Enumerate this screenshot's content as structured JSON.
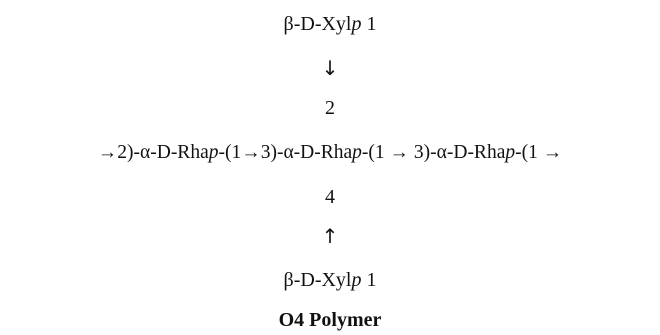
{
  "branch_top": {
    "prefix": "β-",
    "config": "D",
    "name": "-Xyl",
    "ring": "p",
    "linkage": " 1"
  },
  "arrow_down": "↓",
  "position_2": "2",
  "main_chain": [
    {
      "text": "→2)-α-"
    },
    {
      "text": "D",
      "smallcaps": true
    },
    {
      "text": "-Rha"
    },
    {
      "text": "p",
      "italic": true
    },
    {
      "text": "-(1→3)-α-"
    },
    {
      "text": "D",
      "smallcaps": true
    },
    {
      "text": "-Rha"
    },
    {
      "text": "p",
      "italic": true
    },
    {
      "text": "-(1 → 3)-α-"
    },
    {
      "text": "D",
      "smallcaps": true
    },
    {
      "text": "-Rha"
    },
    {
      "text": "p",
      "italic": true
    },
    {
      "text": "-(1 →"
    }
  ],
  "position_4": "4",
  "arrow_up": "↑",
  "branch_bottom": {
    "prefix": "β-",
    "config": "D",
    "name": "-Xyl",
    "ring": "p",
    "linkage": " 1"
  },
  "caption": "O4 Polymer",
  "colors": {
    "text": "#111111",
    "background": "#ffffff"
  }
}
